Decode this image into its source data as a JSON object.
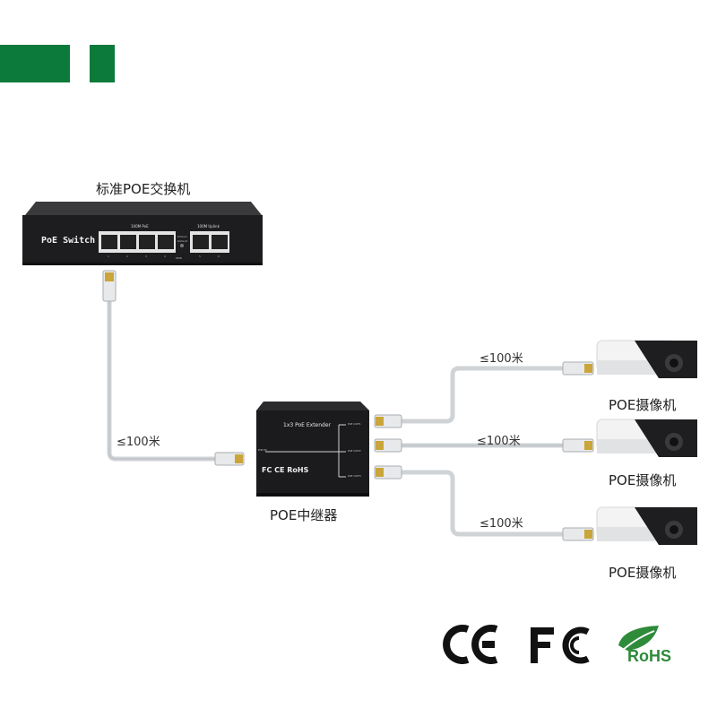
{
  "switch": {
    "title": "标准POE交换机",
    "panel_label": "PoE Switch",
    "poe_group_label": "100M PoE",
    "uplink_group_label": "100M Uplink",
    "port_numbers": [
      "1",
      "2",
      "3",
      "4",
      "5",
      "6"
    ],
    "mini_labels": [
      "Extend",
      "Default",
      "PWR"
    ]
  },
  "extender": {
    "title": "POE中继器",
    "panel_label": "1x3 PoE Extender",
    "port_in": "PoE IN",
    "port_out1": "PoE OUT1",
    "port_out2": "PoE OUT2",
    "port_out3": "PoE OUT3",
    "marks": "FC CE RoHS"
  },
  "cables": {
    "main": "≤100米",
    "out1": "≤100米",
    "out2": "≤100米",
    "out3": "≤100米"
  },
  "cameras": [
    {
      "label": "POE摄像机"
    },
    {
      "label": "POE摄像机"
    },
    {
      "label": "POE摄像机"
    }
  ],
  "certifications": {
    "ce": "CE",
    "fcc": "FC",
    "rohs": "RoHS"
  },
  "colors": {
    "brand_green": "#0b7a3b",
    "device_body": "#1d1d1f",
    "cable": "#cfd3d6"
  }
}
